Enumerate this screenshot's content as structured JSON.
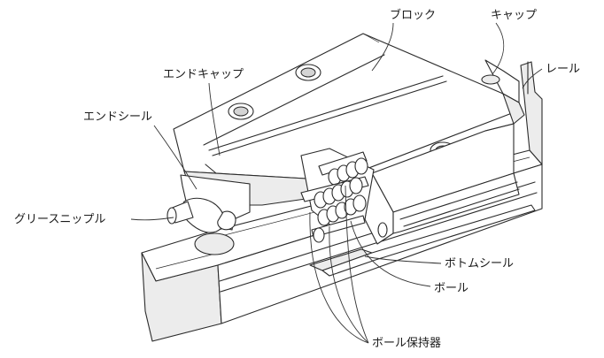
{
  "labels": {
    "block": "ブロック",
    "cap": "キャップ",
    "rail": "レール",
    "end_cap": "エンドキャップ",
    "end_seal": "エンドシール",
    "grease_nipple": "グリースニップル",
    "bottom_seal": "ボトムシール",
    "ball": "ボール",
    "ball_retainer": "ボール保持器"
  }
}
